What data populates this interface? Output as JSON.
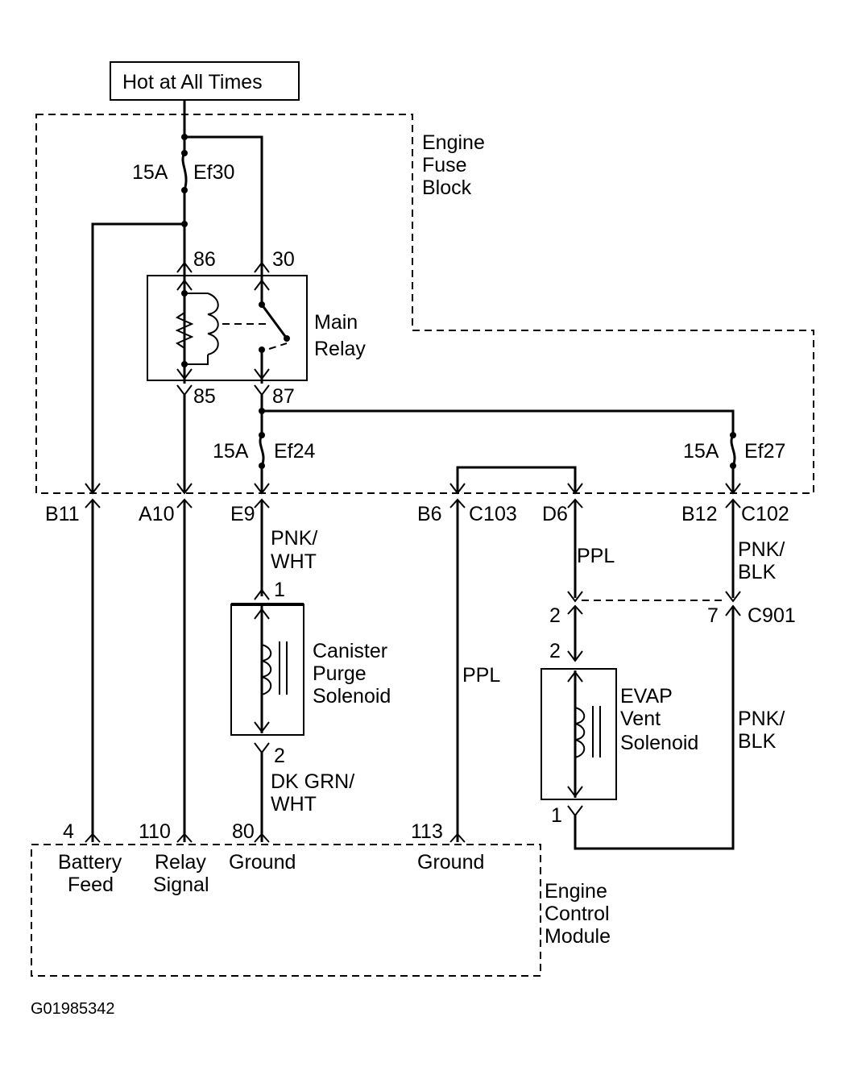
{
  "power_source": "Hot at All Times",
  "fuse_block": {
    "line1": "Engine",
    "line2": "Fuse",
    "line3": "Block"
  },
  "fuses": [
    {
      "rating": "15A",
      "id": "Ef30"
    },
    {
      "rating": "15A",
      "id": "Ef24"
    },
    {
      "rating": "15A",
      "id": "Ef27"
    }
  ],
  "relay": {
    "line1": "Main",
    "line2": "Relay",
    "pins": [
      "86",
      "30",
      "85",
      "87"
    ]
  },
  "connector_pins": {
    "c103": "C103",
    "c102": "C102",
    "c901": "C901",
    "b11": "B11",
    "a10": "A10",
    "e9": "E9",
    "b6": "B6",
    "d6": "D6",
    "b12": "B12"
  },
  "wires": {
    "pnk_wht_1": "PNK/",
    "pnk_wht_2": "WHT",
    "ppl_1": "PPL",
    "ppl_2": "PPL",
    "pnk_blk_1a": "PNK/",
    "pnk_blk_1b": "BLK",
    "pnk_blk_2a": "PNK/",
    "pnk_blk_2b": "BLK",
    "dk_grn_1": "DK GRN/",
    "dk_grn_2": "WHT"
  },
  "canister": {
    "line1": "Canister",
    "line2": "Purge",
    "line3": "Solenoid",
    "pin_top": "1",
    "pin_bottom": "2"
  },
  "evap": {
    "line1": "EVAP",
    "line2": "Vent",
    "line3": "Solenoid",
    "pin_top": "2",
    "pin_bottom": "1",
    "c901_left": "2",
    "c901_right": "7"
  },
  "ecm": {
    "line1": "Engine",
    "line2": "Control",
    "line3": "Module",
    "pins": [
      {
        "num": "4",
        "line1": "Battery",
        "line2": "Feed"
      },
      {
        "num": "110",
        "line1": "Relay",
        "line2": "Signal"
      },
      {
        "num": "80",
        "line1": "Ground",
        "line2": ""
      },
      {
        "num": "113",
        "line1": "Ground",
        "line2": ""
      }
    ]
  },
  "figure_id": "G01985342"
}
